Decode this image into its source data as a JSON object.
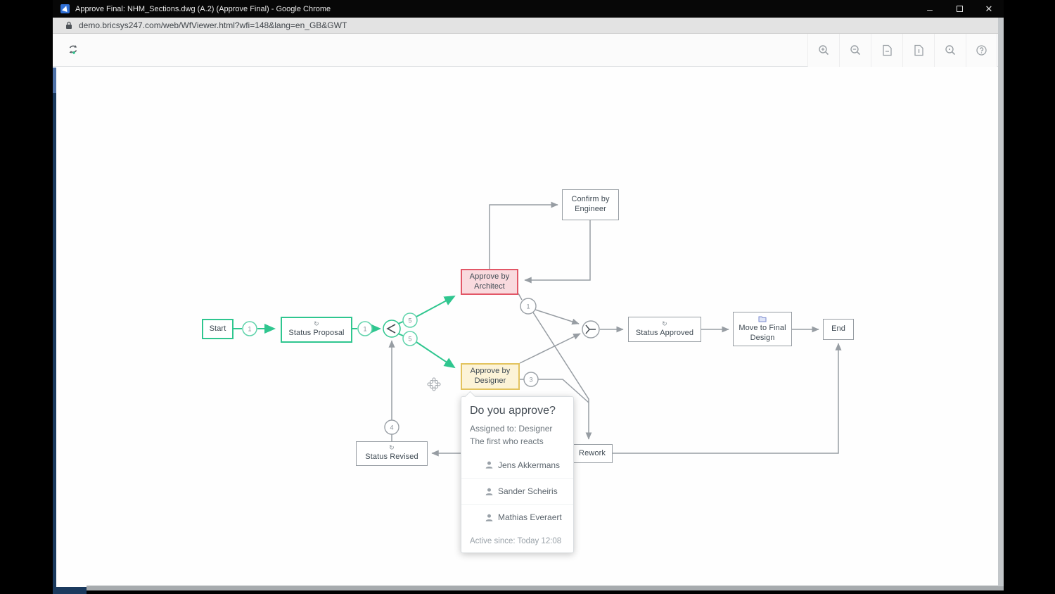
{
  "window": {
    "title": "Approve Final: NHM_Sections.dwg (A.2) (Approve Final) - Google Chrome"
  },
  "browser": {
    "url": "demo.bricsys247.com/web/WfViewer.html?wfi=148&lang=en_GB&GWT"
  },
  "diagram": {
    "nodes": {
      "start": "Start",
      "status_proposal": "Status Proposal",
      "approve_architect": "Approve by Architect",
      "approve_designer": "Approve by Designer",
      "confirm_engineer": "Confirm by Engineer",
      "status_approved": "Status Approved",
      "move_final_design": "Move to Final Design",
      "end": "End",
      "rework": "Rework",
      "status_revised": "Status Revised"
    },
    "badges": {
      "after_start": "1",
      "after_proposal": "1",
      "to_architect": "5",
      "to_designer": "5",
      "architect_out": "1",
      "designer_out": "3",
      "revised_up": "4"
    }
  },
  "tooltip": {
    "title": "Do you approve?",
    "assigned_to": "Assigned to: Designer",
    "subtitle": "The first who reacts",
    "people": [
      "Jens Akkermans",
      "Sander Scheiris",
      "Mathias Everaert"
    ],
    "active_since": "Active since: Today 12:08"
  },
  "colors": {
    "accent_green": "#2fc68f",
    "architect_border": "#e25767",
    "architect_fill": "#f9dade",
    "designer_border": "#e3c35e",
    "designer_fill": "#fcf3d7"
  }
}
